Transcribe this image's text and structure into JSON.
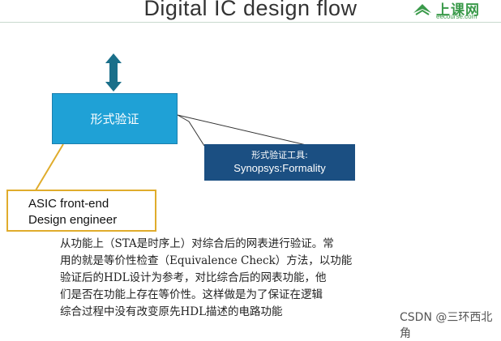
{
  "header": {
    "title": "Digital IC design flow",
    "logo_text": "上课网",
    "logo_sub": "eecourse.com"
  },
  "diagram": {
    "main_box": "形式验证",
    "tool_box_line1": "形式验证工具:",
    "tool_box_line2": "Synopsys:Formality",
    "role_line1": "ASIC front-end",
    "role_line2": "Design engineer"
  },
  "description": {
    "lines": [
      "从功能上（STA是时序上）对综合后的网表进行验证。常",
      "用的就是等价性检查（Equivalence Check）方法，以功能",
      "验证后的HDL设计为参考，对比综合后的网表功能，他",
      "们是否在功能上存在等价性。这样做是为了保证在逻辑",
      "综合过程中没有改变原先HDL描述的电路功能"
    ]
  },
  "watermark": "CSDN @三环西北角",
  "colors": {
    "main_box": "#1fa1d6",
    "tool_box": "#1b4f82",
    "role_border": "#e0ac2c",
    "arrow": "#1a6f8a"
  }
}
